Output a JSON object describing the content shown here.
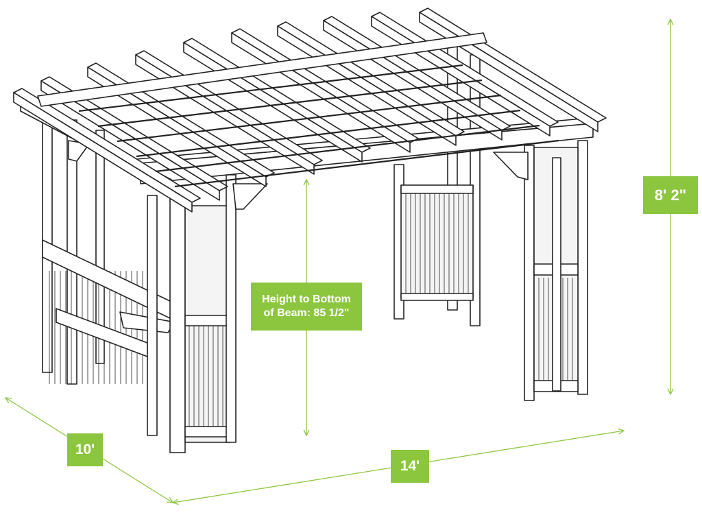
{
  "colors": {
    "accent": "#8cc63f",
    "line": "#222222",
    "wood_shade": "#f4f4f4",
    "background": "#ffffff"
  },
  "dimensions": {
    "overall_height": "8' 2\"",
    "beam_height_line1": "Height to Bottom",
    "beam_height_line2": "of Beam: 85 1/2\"",
    "depth": "10'",
    "width": "14'"
  }
}
